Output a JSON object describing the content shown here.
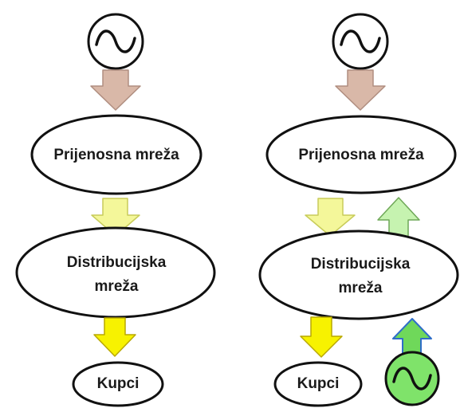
{
  "colors": {
    "arrow_supply": "#d9b8a8",
    "arrow_supply_edge": "#b08e80",
    "arrow_down_pale": "#f4f79a",
    "arrow_down_pale_edge": "#c8cc5a",
    "arrow_down_strong": "#f7f200",
    "arrow_down_strong_edge": "#b9a800",
    "arrow_up_pale_green": "#c6f3b0",
    "arrow_up_pale_green_edge": "#6fa858",
    "arrow_up_green": "#6fd85a",
    "arrow_up_green_edge": "#2f6ec8",
    "generator_green": "#7fe36a"
  },
  "left": {
    "generator_icon": "sine-wave-icon",
    "transmission": "Prijenosna mreža",
    "distribution_line1": "Distribucijska",
    "distribution_line2": "mreža",
    "customers": "Kupci"
  },
  "right": {
    "generator_icon": "sine-wave-icon",
    "transmission": "Prijenosna mreža",
    "distribution_line1": "Distribucijska",
    "distribution_line2": "mreža",
    "customers": "Kupci",
    "distributed_generator_icon": "sine-wave-icon"
  }
}
